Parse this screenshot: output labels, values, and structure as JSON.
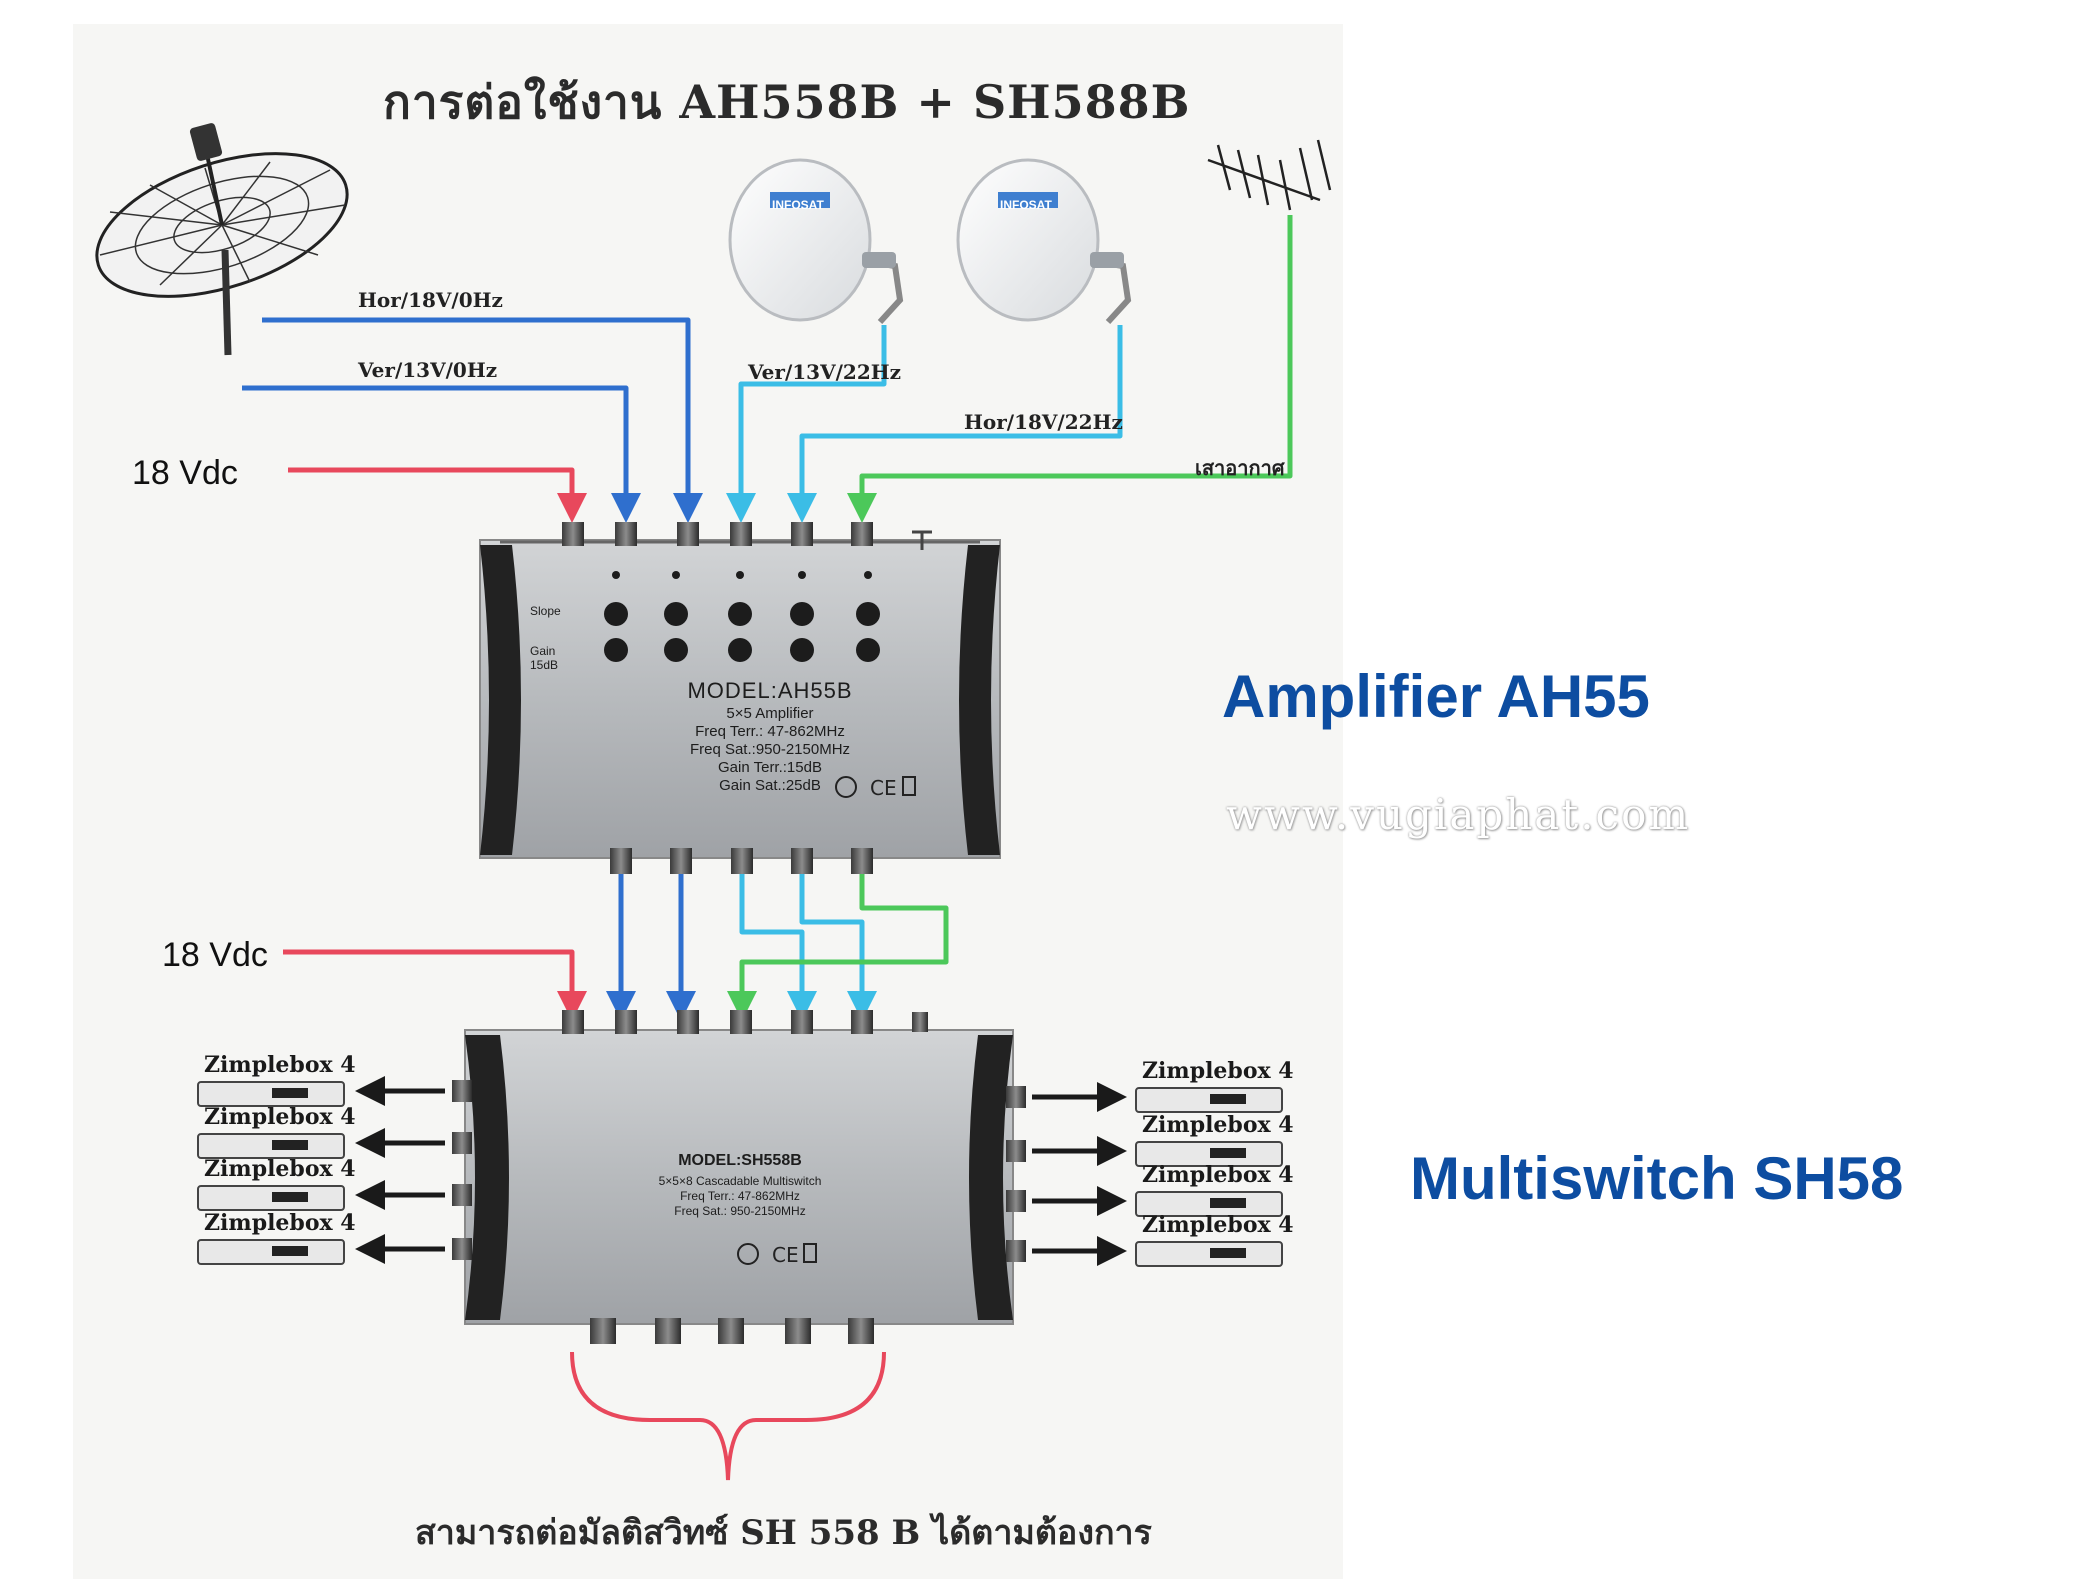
{
  "title": "การต่อใช้งาน  AH558B + SH588B",
  "colors": {
    "power": "#e8485c",
    "lnb_dish1": "#2f6fce",
    "lnb_dish2": "#3bbde6",
    "terrestrial": "#4cc85a",
    "label_blue": "#0d4da1",
    "bracket": "#e8485c"
  },
  "signals": {
    "hor18_0": "Hor/18V/0Hz",
    "ver13_0": "Ver/13V/0Hz",
    "ver13_22": "Ver/13V/22Hz",
    "hor18_22": "Hor/18V/22Hz",
    "antenna": "เสาอากาศ"
  },
  "power": {
    "top": "18 Vdc",
    "bottom": "18 Vdc"
  },
  "dish_logo": "INFOSAT",
  "amplifier": {
    "heading": "Amplifier  AH55",
    "model": "MODEL:AH55B",
    "line1": "5×5 Amplifier",
    "line2": "Freq Terr.: 47-862MHz",
    "line3": "Freq Sat.:950-2150MHz",
    "line4": "Gain Terr.:15dB",
    "line5": "Gain Sat.:25dB",
    "slope": "Slope",
    "gain": "Gain",
    "db": "15dB"
  },
  "multiswitch": {
    "heading": "Multiswitch  SH58",
    "model": "MODEL:SH558B",
    "line1": "5×5×8 Cascadable Multiswitch",
    "line2": "Freq Terr.: 47-862MHz",
    "line3": "Freq Sat.: 950-2150MHz"
  },
  "receivers": {
    "left": [
      "Zimplebox 4",
      "Zimplebox 4",
      "Zimplebox 4",
      "Zimplebox 4"
    ],
    "right": [
      "Zimplebox 4",
      "Zimplebox 4",
      "Zimplebox 4",
      "Zimplebox 4"
    ]
  },
  "watermark": "www.vugiaphat.com",
  "footnote": "สามารถต่อมัลติสวิทซ์ SH 558 B ได้ตามต้องการ"
}
